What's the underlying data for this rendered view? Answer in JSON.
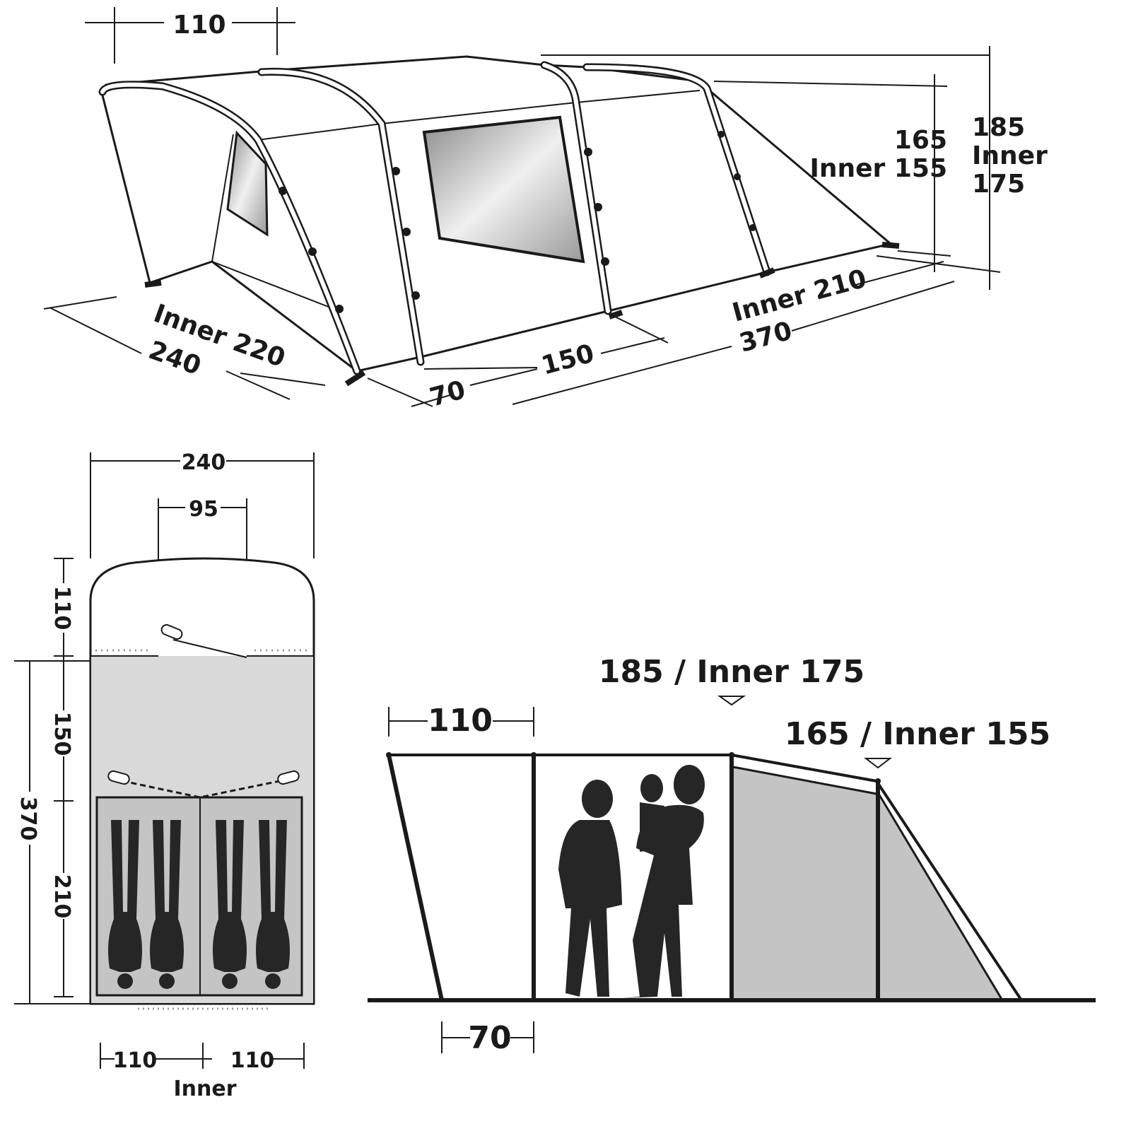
{
  "perspective_view": {
    "arch_spacing": "110",
    "width_outer": "240",
    "width_inner": "Inner 220",
    "porch_depth": "70",
    "living_depth": "150",
    "inner_length": "Inner 210",
    "total_length": "370",
    "rear_height": "165",
    "rear_height_inner": "Inner 155",
    "peak_height": "185",
    "peak_height_inner_label": "Inner",
    "peak_height_inner_value": "175"
  },
  "floor_plan": {
    "width": "240",
    "door_width": "95",
    "porch": "110",
    "living": "150",
    "total": "370",
    "bedroom": "210",
    "bed_left": "110",
    "bed_right": "110",
    "inner_label": "Inner"
  },
  "side_view": {
    "peak_label": "185 / Inner 175",
    "rear_label": "165 / Inner 155",
    "porch": "110",
    "entrance": "70"
  },
  "colors": {
    "line": "#1a1a1a",
    "floor": "#d9d9d9",
    "bedroom": "#c4c4c4",
    "window": "#b0b0b0"
  }
}
